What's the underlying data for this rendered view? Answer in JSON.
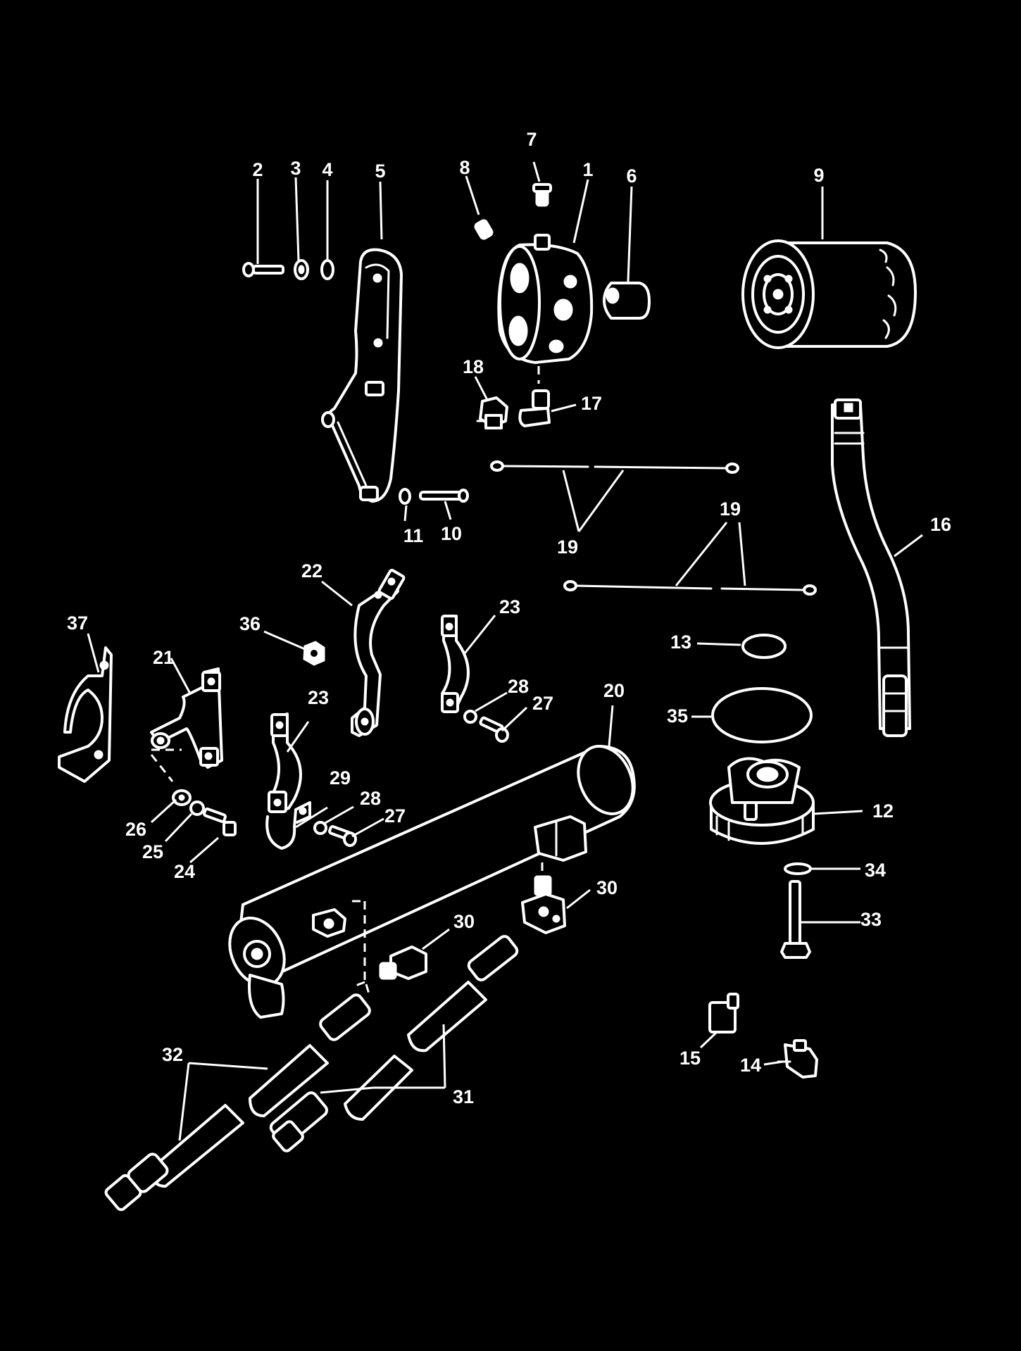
{
  "colors": {
    "background": "#000000",
    "line": "#ffffff"
  },
  "callouts": [
    {
      "id": "c1",
      "text": "1"
    },
    {
      "id": "c2",
      "text": "2"
    },
    {
      "id": "c3",
      "text": "3"
    },
    {
      "id": "c4",
      "text": "4"
    },
    {
      "id": "c5",
      "text": "5"
    },
    {
      "id": "c6",
      "text": "6"
    },
    {
      "id": "c7",
      "text": "7"
    },
    {
      "id": "c8",
      "text": "8"
    },
    {
      "id": "c9",
      "text": "9"
    },
    {
      "id": "c10",
      "text": "10"
    },
    {
      "id": "c11",
      "text": "11"
    },
    {
      "id": "c12",
      "text": "12"
    },
    {
      "id": "c13",
      "text": "13"
    },
    {
      "id": "c14",
      "text": "14"
    },
    {
      "id": "c15",
      "text": "15"
    },
    {
      "id": "c16",
      "text": "16"
    },
    {
      "id": "c17",
      "text": "17"
    },
    {
      "id": "c18",
      "text": "18"
    },
    {
      "id": "c19a",
      "text": "19"
    },
    {
      "id": "c19b",
      "text": "19"
    },
    {
      "id": "c20",
      "text": "20"
    },
    {
      "id": "c21",
      "text": "21"
    },
    {
      "id": "c22",
      "text": "22"
    },
    {
      "id": "c23a",
      "text": "23"
    },
    {
      "id": "c23b",
      "text": "23"
    },
    {
      "id": "c24",
      "text": "24"
    },
    {
      "id": "c25",
      "text": "25"
    },
    {
      "id": "c26",
      "text": "26"
    },
    {
      "id": "c27a",
      "text": "27"
    },
    {
      "id": "c27b",
      "text": "27"
    },
    {
      "id": "c28a",
      "text": "28"
    },
    {
      "id": "c28b",
      "text": "28"
    },
    {
      "id": "c29",
      "text": "29"
    },
    {
      "id": "c30a",
      "text": "30"
    },
    {
      "id": "c30b",
      "text": "30"
    },
    {
      "id": "c31",
      "text": "31"
    },
    {
      "id": "c32",
      "text": "32"
    },
    {
      "id": "c33",
      "text": "33"
    },
    {
      "id": "c34",
      "text": "34"
    },
    {
      "id": "c35",
      "text": "35"
    },
    {
      "id": "c36",
      "text": "36"
    },
    {
      "id": "c37",
      "text": "37"
    }
  ]
}
